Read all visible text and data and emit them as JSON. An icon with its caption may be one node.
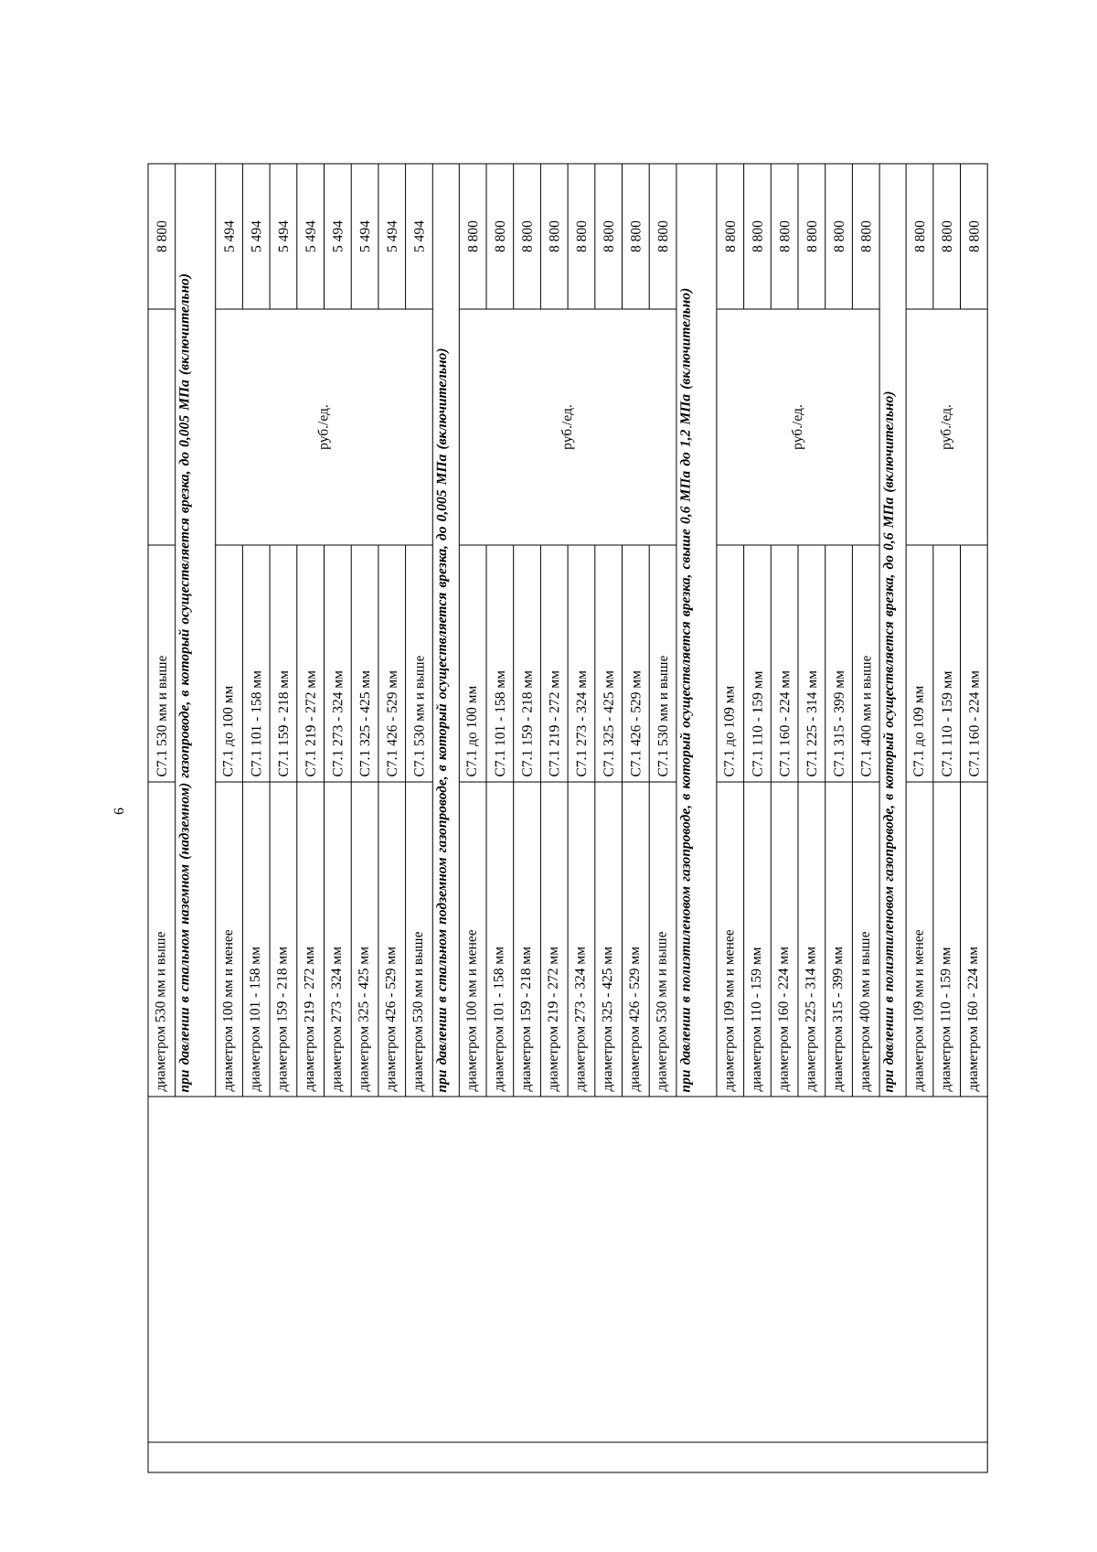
{
  "diagram": {
    "labels": [
      "6",
      "диаметром 530 мм и выше",
      "С7.1 530 мм и выше",
      "8 800",
      "при давлении в стальном наземном (надземном) газопроводе, в который осуществляется врезка, до 0,005 МПа (включительно)",
      "диаметром 100 мм и менее",
      "С7.1 до 100 мм",
      "руб./ед.",
      "5 494",
      "диаметром 101 - 158 мм",
      "С7.1 101 - 158 мм",
      "5 494",
      "диаметром 159 - 218 мм",
      "С7.1 159 - 218 мм",
      "5 494",
      "диаметром 219 - 272 мм",
      "С7.1 219 - 272 мм",
      "5 494",
      "диаметром 273 - 324 мм",
      "С7.1 273 - 324 мм",
      "5 494",
      "диаметром 325 - 425 мм",
      "С7.1 325 - 425 мм",
      "5 494",
      "диаметром 426 - 529 мм",
      "С7.1 426 - 529 мм",
      "5 494",
      "диаметром 530 мм и выше",
      "С7.1 530 мм и выше",
      "5 494",
      "при давлении в стальном подземном газопроводе, в который осуществляется врезка, до 0,005 МПа (включительно)",
      "диаметром 100 мм и менее",
      "С7.1 до 100 мм",
      "руб./ед.",
      "8 800",
      "диаметром 101 - 158 мм",
      "С7.1 101 - 158 мм",
      "8 800",
      "диаметром 159 - 218 мм",
      "С7.1 159 - 218 мм",
      "8 800",
      "диаметром 219 - 272 мм",
      "С7.1 219 - 272 мм",
      "8 800",
      "диаметром 273 - 324 мм",
      "С7.1 273 - 324 мм",
      "8 800",
      "диаметром 325 - 425 мм",
      "С7.1 325 - 425 мм",
      "8 800",
      "диаметром 426 - 529 мм",
      "С7.1 426 - 529 мм",
      "8 800",
      "диаметром 530 мм и выше",
      "С7.1 530 мм и выше",
      "8 800",
      "при давлении в полиэтиленовом газопроводе, в который осуществляется врезка, свыше 0,6 МПа до 1,2 МПа (включительно)",
      "диаметром 109 мм и менее",
      "С7.1 до 109 мм",
      "руб./ед.",
      "8 800",
      "диаметром 110 - 159 мм",
      "С7.1 110 - 159 мм",
      "8 800",
      "диаметром 160 - 224 мм",
      "С7.1 160 - 224 мм",
      "8 800",
      "диаметром 225 - 314 мм",
      "С7.1 225 - 314 мм",
      "8 800",
      "диаметром 315 - 399 мм",
      "С7.1 315 - 399 мм",
      "8 800",
      "диаметром 400 мм и выше",
      "С7.1 400 мм и выше",
      "8 800",
      "при давлении в полиэтиленовом газопроводе, в который осуществляется врезка, до 0,6 МПа (включительно)",
      "диаметром 109 мм и менее",
      "С7.1 до 109 мм",
      "руб./ед.",
      "8 800",
      "диаметром 110 - 159 мм",
      "С7.1 110 - 159 мм",
      "8 800",
      "диаметром 160 - 224 мм",
      "С7.1 160 - 224 мм",
      "8 800"
    ]
  }
}
